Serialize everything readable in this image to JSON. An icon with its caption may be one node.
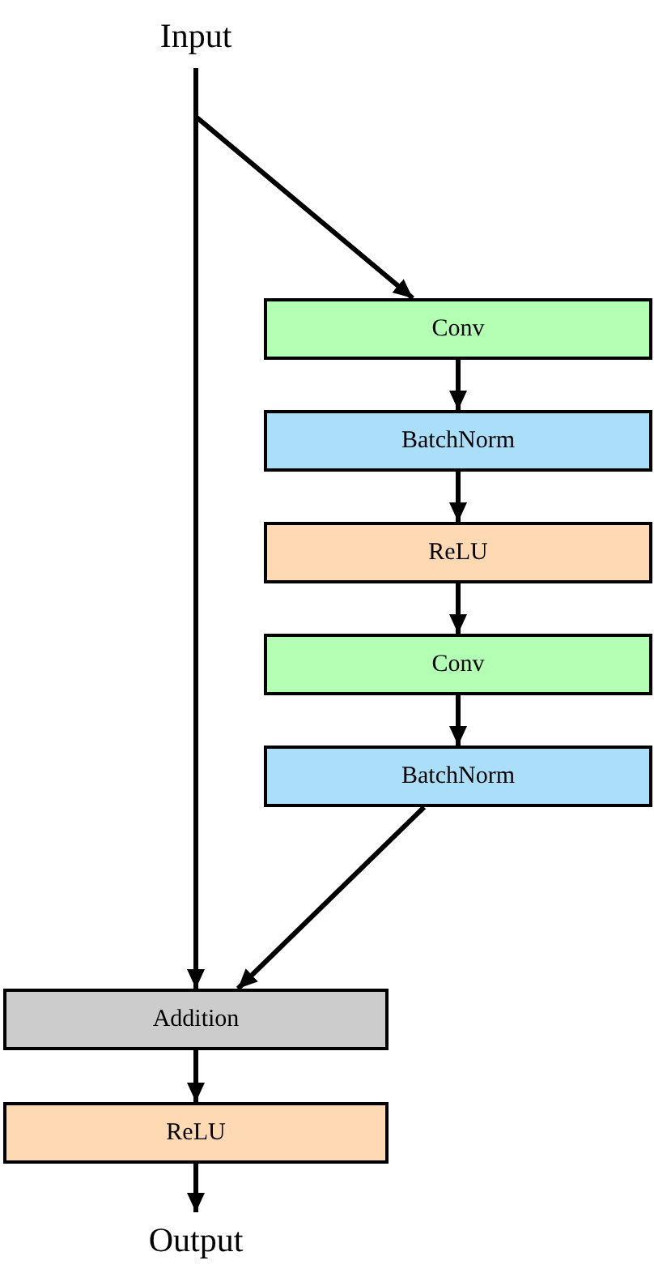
{
  "diagram": {
    "nodes": [
      {
        "text": [
          "Input"
        ]
      },
      {
        "text": [
          "Conv"
        ]
      },
      {
        "text": [
          "BatchNorm"
        ]
      },
      {
        "text": [
          "ReLU"
        ]
      },
      {
        "text": [
          "Conv"
        ]
      },
      {
        "text": [
          "BatchNorm"
        ]
      },
      {
        "text": [
          "Addition"
        ]
      },
      {
        "text": [
          "ReLU"
        ]
      },
      {
        "text": [
          "Output"
        ]
      }
    ],
    "edges": [
      {
        "from": 0,
        "to": 1,
        "arrow": "to"
      },
      {
        "from": 1,
        "to": 2,
        "arrow": "to"
      },
      {
        "from": 2,
        "to": 3,
        "arrow": "to"
      },
      {
        "from": 3,
        "to": 4,
        "arrow": "to"
      },
      {
        "from": 4,
        "to": 5,
        "arrow": "to"
      },
      {
        "from": 5,
        "to": 6,
        "arrow": "to"
      },
      {
        "from": 0,
        "to": 6,
        "arrow": "to"
      },
      {
        "from": 6,
        "to": 7,
        "arrow": "to"
      },
      {
        "from": 7,
        "to": 8,
        "arrow": "to"
      }
    ]
  }
}
